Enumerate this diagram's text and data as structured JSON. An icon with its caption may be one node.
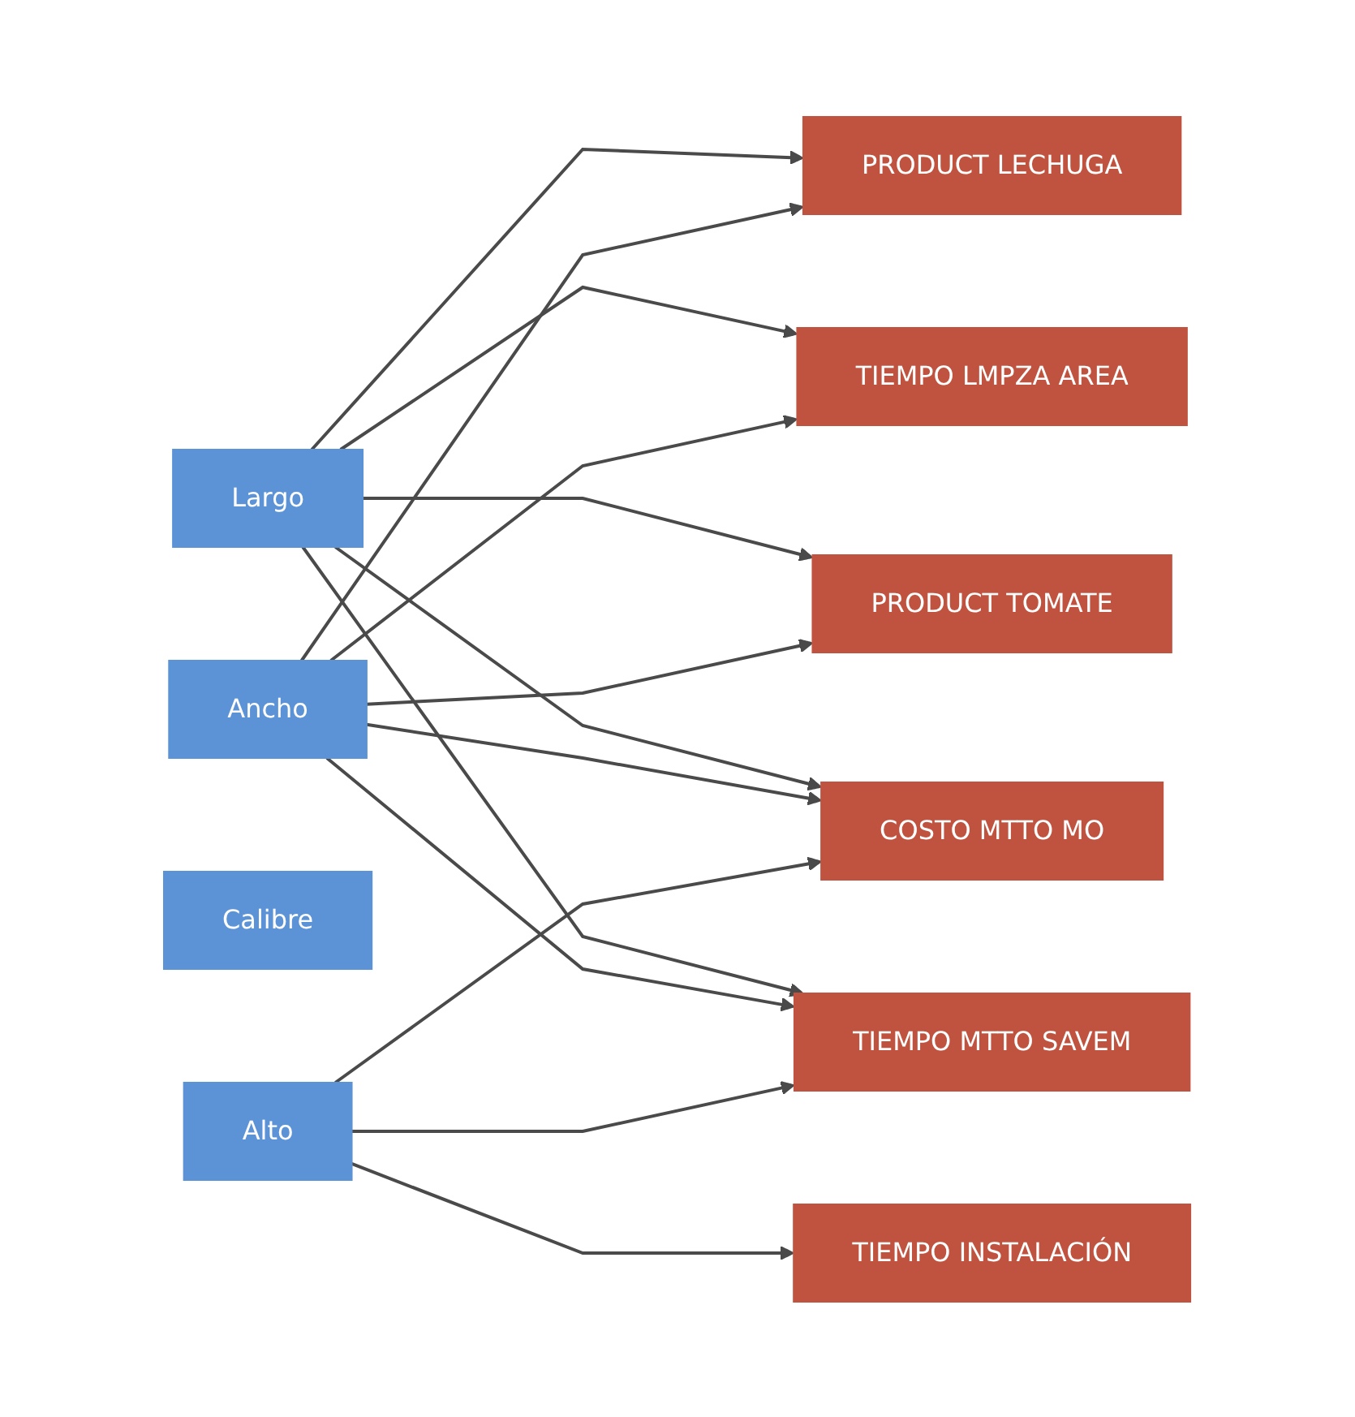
{
  "diagram": {
    "nodes": [
      {
        "text": [
          "Largo"
        ]
      },
      {
        "text": [
          "Ancho"
        ]
      },
      {
        "text": [
          "Calibre"
        ]
      },
      {
        "text": [
          "Alto"
        ]
      },
      {
        "text": [
          "PRODUCT LECHUGA"
        ]
      },
      {
        "text": [
          "TIEMPO LMPZA AREA"
        ]
      },
      {
        "text": [
          "PRODUCT TOMATE"
        ]
      },
      {
        "text": [
          "COSTO MTTO MO"
        ]
      },
      {
        "text": [
          "TIEMPO MTTO SAVEM"
        ]
      },
      {
        "text": [
          "TIEMPO INSTALACIÓN"
        ]
      }
    ],
    "edges": [
      {
        "from": 0,
        "to": 4,
        "arrow": "to"
      },
      {
        "from": 0,
        "to": 5,
        "arrow": "to"
      },
      {
        "from": 0,
        "to": 6,
        "arrow": "to"
      },
      {
        "from": 0,
        "to": 7,
        "arrow": "to"
      },
      {
        "from": 0,
        "to": 8,
        "arrow": "to"
      },
      {
        "from": 1,
        "to": 4,
        "arrow": "to"
      },
      {
        "from": 1,
        "to": 5,
        "arrow": "to"
      },
      {
        "from": 1,
        "to": 6,
        "arrow": "to"
      },
      {
        "from": 1,
        "to": 7,
        "arrow": "to"
      },
      {
        "from": 1,
        "to": 8,
        "arrow": "to"
      },
      {
        "from": 3,
        "to": 7,
        "arrow": "to"
      },
      {
        "from": 3,
        "to": 8,
        "arrow": "to"
      },
      {
        "from": 3,
        "to": 9,
        "arrow": "to"
      }
    ]
  }
}
